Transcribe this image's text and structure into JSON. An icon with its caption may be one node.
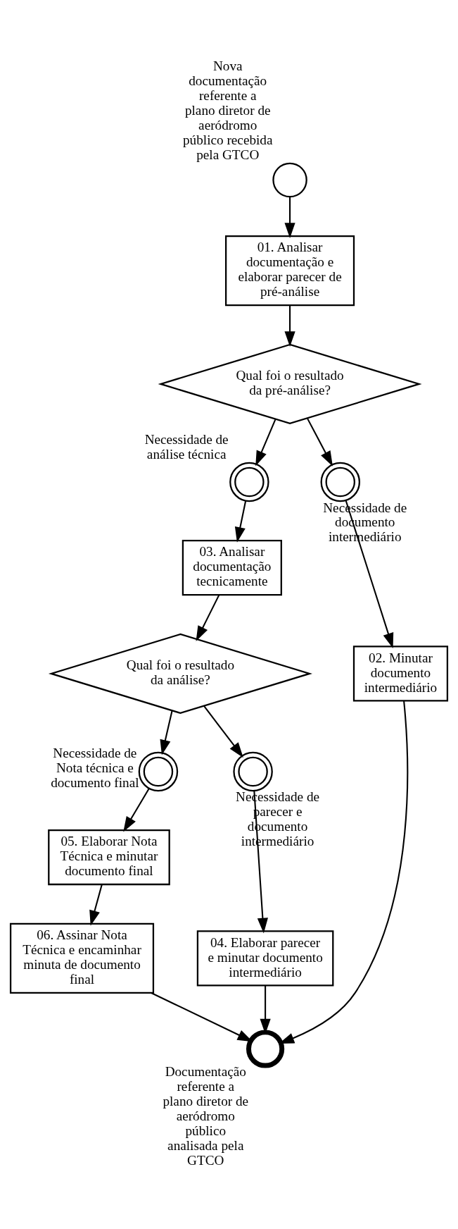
{
  "diagram": {
    "nodes": [
      {
        "text": [],
        "shape": "circle",
        "beside": [
          "Nova documentação referente a plano diretor de aeródromo público recebida pela GTCO"
        ]
      },
      {
        "text": [
          "01. Analisar documentação e elaborar parecer de pré-análise"
        ]
      },
      {
        "text": [
          "Qual foi o resultado da pré-análise?"
        ]
      },
      {
        "text": [],
        "shape": "circle",
        "beside": [
          "Necessidade de análise técnica"
        ]
      },
      {
        "text": [],
        "shape": "circle",
        "beside": [
          "Necessidade de documento intermediário"
        ]
      },
      {
        "text": [
          "03. Analisar documentação tecnicamente"
        ]
      },
      {
        "text": [
          "02. Minutar documento intermediário"
        ]
      },
      {
        "text": [
          "Qual foi o resultado da análise?"
        ]
      },
      {
        "text": [],
        "shape": "circle",
        "beside": [
          "Necessidade de Nota técnica e documento final"
        ]
      },
      {
        "text": [],
        "shape": "circle",
        "beside": [
          "Necessidade de parecer e documento intermediário"
        ]
      },
      {
        "text": [
          "05. Elaborar Nota Técnica e minutar documento final"
        ]
      },
      {
        "text": [
          "04. Elaborar parecer e minutar documento intermediário"
        ]
      },
      {
        "text": [
          "06. Assinar Nota Técnica e encaminhar minuta de documento final"
        ]
      },
      {
        "text": [],
        "shape": "circle",
        "beside": [
          "Documentação referente a plano diretor de aeródromo público analisada pela GTCO"
        ]
      }
    ],
    "edges": [
      {
        "from": 0,
        "to": 1,
        "arrow": "to"
      },
      {
        "from": 1,
        "to": 2,
        "arrow": "to"
      },
      {
        "from": 2,
        "to": 3,
        "arrow": "to"
      },
      {
        "from": 2,
        "to": 4,
        "arrow": "to"
      },
      {
        "from": 3,
        "to": 5,
        "arrow": "to"
      },
      {
        "from": 4,
        "to": 6,
        "arrow": "to"
      },
      {
        "from": 5,
        "to": 7,
        "arrow": "to"
      },
      {
        "from": 7,
        "to": 8,
        "arrow": "to"
      },
      {
        "from": 7,
        "to": 9,
        "arrow": "to"
      },
      {
        "from": 8,
        "to": 10,
        "arrow": "to"
      },
      {
        "from": 9,
        "to": 11,
        "arrow": "to"
      },
      {
        "from": 10,
        "to": 12,
        "arrow": "to"
      },
      {
        "from": 12,
        "to": 13,
        "arrow": "to"
      },
      {
        "from": 11,
        "to": 13,
        "arrow": "to"
      },
      {
        "from": 6,
        "to": 13,
        "arrow": "to"
      }
    ]
  }
}
